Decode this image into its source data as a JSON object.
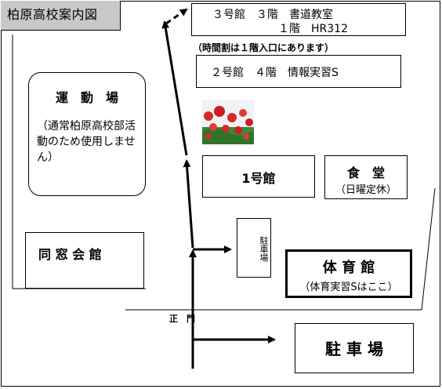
{
  "title": "柏原高校案内図",
  "bldg3": {
    "line1": "３号館　３階　書道教室",
    "line2": "１階　HR312"
  },
  "note": "（時間割は１階入口にあります）",
  "bldg2": "２号館　４階　情報実習S",
  "field": {
    "name": "運　動　場",
    "note": "（通常柏原高校部活動のため使用しません）"
  },
  "bldg1": "1号館",
  "cafeteria": {
    "name": "食　堂",
    "note": "（日曜定休）"
  },
  "alumni_hall": "同 窓 会 館",
  "parking_small": "駐車場",
  "gym": {
    "name": "体 育 館",
    "note": "（体育実習Sはここ）"
  },
  "main_gate": "正　門",
  "parking_large": "駐 車 場",
  "colors": {
    "title_bg": "#c8c8c8",
    "line": "#000000",
    "flower_red": "#d42a2a",
    "leaf_green": "#3c8a32"
  },
  "icons": [
    "flower-photo"
  ]
}
